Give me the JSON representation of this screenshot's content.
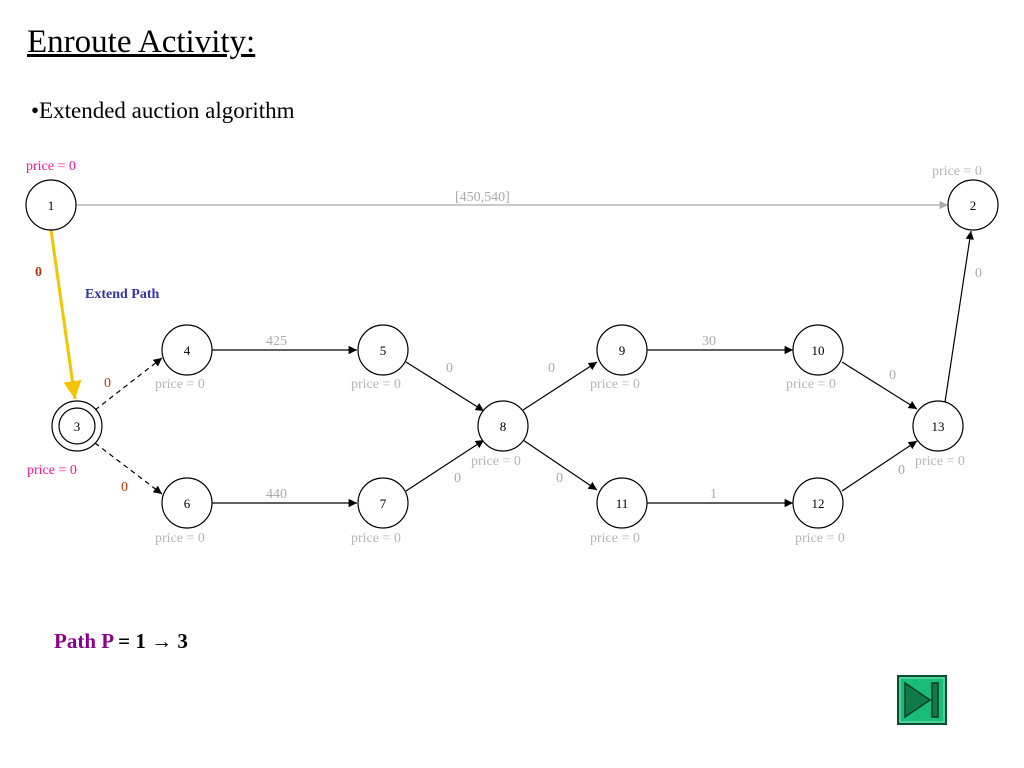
{
  "title": "Enroute Activity:",
  "bullet": "•Extended auction algorithm",
  "nodes": [
    {
      "id": "1",
      "label": "1",
      "price": "price = 0"
    },
    {
      "id": "2",
      "label": "2",
      "price": "price = 0"
    },
    {
      "id": "3",
      "label": "3",
      "price": "price = 0"
    },
    {
      "id": "4",
      "label": "4",
      "price": "price = 0"
    },
    {
      "id": "5",
      "label": "5",
      "price": "price = 0"
    },
    {
      "id": "6",
      "label": "6",
      "price": "price = 0"
    },
    {
      "id": "7",
      "label": "7",
      "price": "price = 0"
    },
    {
      "id": "8",
      "label": "8",
      "price": "price = 0"
    },
    {
      "id": "9",
      "label": "9",
      "price": "price = 0"
    },
    {
      "id": "10",
      "label": "10",
      "price": "price = 0"
    },
    {
      "id": "11",
      "label": "11",
      "price": "price = 0"
    },
    {
      "id": "12",
      "label": "12",
      "price": "price = 0"
    },
    {
      "id": "13",
      "label": "13",
      "price": "price = 0"
    }
  ],
  "edges": [
    {
      "from": "1",
      "to": "2",
      "weight": "[450,540]"
    },
    {
      "from": "1",
      "to": "3",
      "weight": "0"
    },
    {
      "from": "3",
      "to": "4",
      "weight": "0"
    },
    {
      "from": "3",
      "to": "6",
      "weight": "0"
    },
    {
      "from": "4",
      "to": "5",
      "weight": "425"
    },
    {
      "from": "6",
      "to": "7",
      "weight": "440"
    },
    {
      "from": "5",
      "to": "8",
      "weight": "0"
    },
    {
      "from": "7",
      "to": "8",
      "weight": "0"
    },
    {
      "from": "8",
      "to": "9",
      "weight": "0"
    },
    {
      "from": "8",
      "to": "11",
      "weight": "0"
    },
    {
      "from": "9",
      "to": "10",
      "weight": "30"
    },
    {
      "from": "11",
      "to": "12",
      "weight": "1"
    },
    {
      "from": "10",
      "to": "13",
      "weight": "0"
    },
    {
      "from": "12",
      "to": "13",
      "weight": "0"
    },
    {
      "from": "13",
      "to": "2",
      "weight": "0"
    }
  ],
  "annotation": "Extend Path",
  "path": {
    "label": "Path P",
    "equals": " =  ",
    "value": "1 → 3"
  },
  "colors": {
    "highlight_edge": "#f5c400",
    "price_pink": "#ff1493",
    "path_label": "#8b008b",
    "button_bg": "#1abc7a"
  },
  "next_button": {
    "icon": "next-end-icon"
  }
}
